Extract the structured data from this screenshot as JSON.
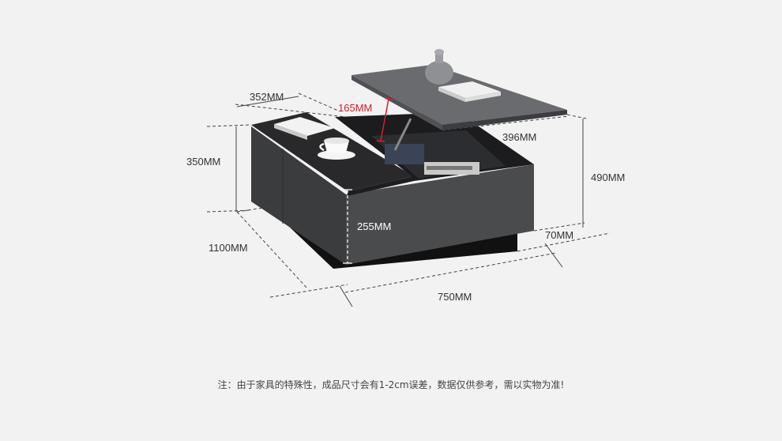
{
  "dimensions": {
    "top_depth": "352MM",
    "lift_height": "165MM",
    "left_height": "350MM",
    "lid_width": "396MM",
    "total_height": "490MM",
    "drawer_height": "255MM",
    "base_recess": "70MM",
    "length": "1100MM",
    "width": "750MM"
  },
  "note": "注：由于家具的特殊性，成品尺寸会有1-2cm误差，数据仅供参考，需以实物为准!"
}
